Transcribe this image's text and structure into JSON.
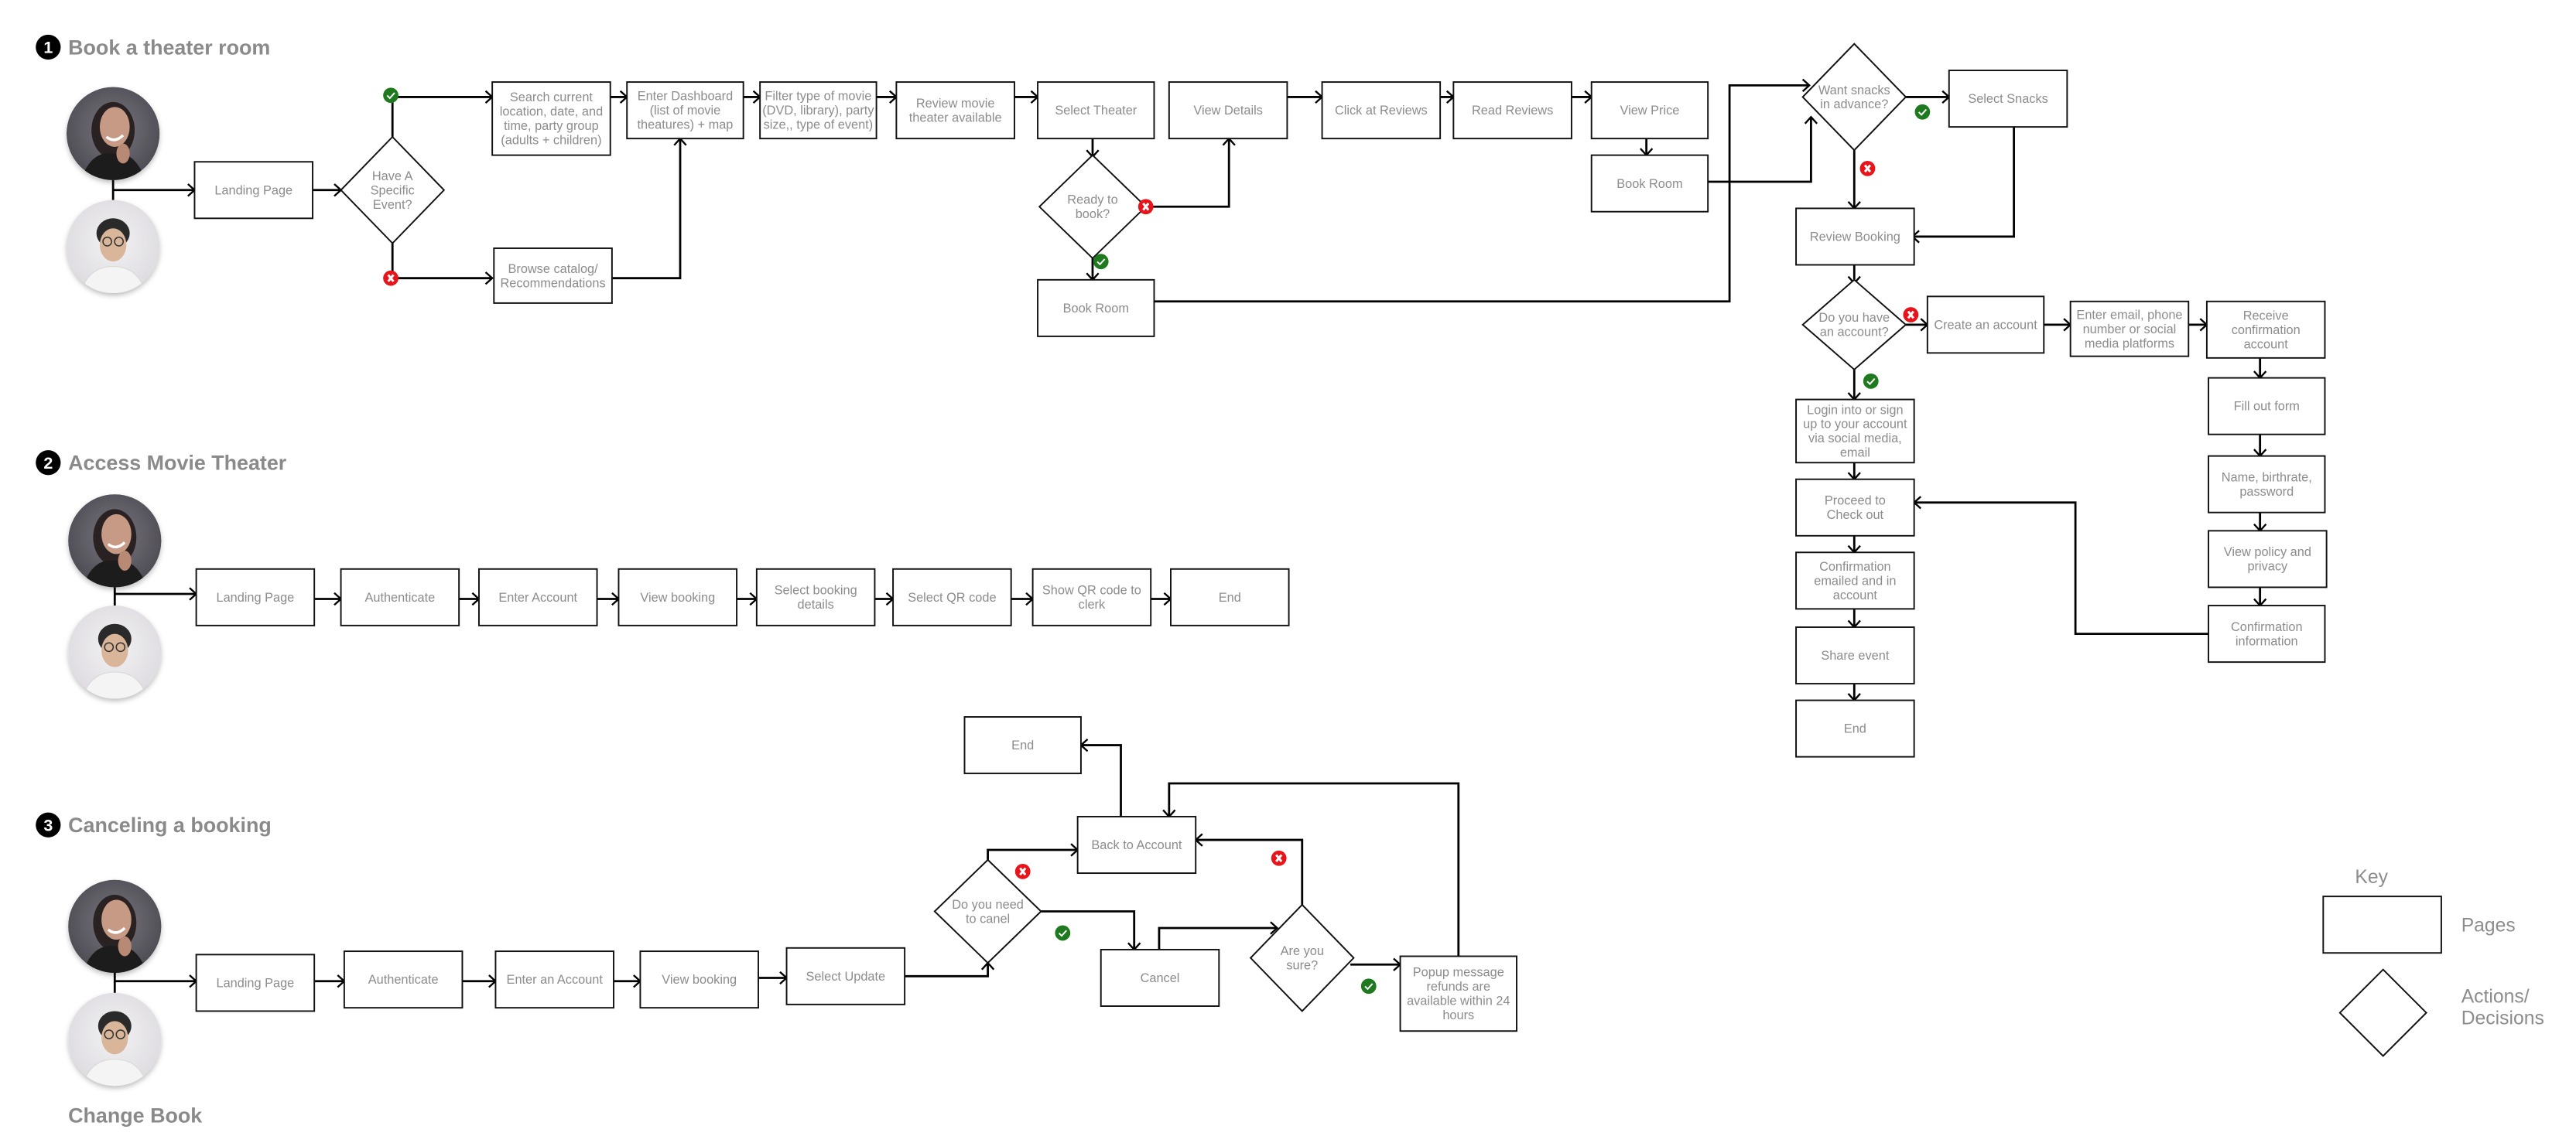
{
  "colors": {
    "yes_badge": "#1f7a1f",
    "no_badge": "#e8141a",
    "heading_text": "#8a8a8a",
    "node_text": "#8c8c8c",
    "line": "#000000"
  },
  "sections": [
    {
      "number": "1",
      "title": "Book a theater room",
      "personas": [
        "persona-woman",
        "persona-man"
      ],
      "nodes": {
        "landing": "Landing Page",
        "have_event": "Have A\nSpecific\nEvent?",
        "search": "Search current\nlocation, date, and\ntime, party group\n(adults + children)",
        "browse": "Browse catalog/\nRecommendations",
        "dashboard": "Enter Dashboard\n(list of movie\ntheatures) + map",
        "filter": "Filter type of movie\n(DVD, library), party\nsize,, type of event)",
        "review_theater": "Review movie\ntheater available",
        "select_theater": "Select Theater",
        "ready": "Ready to\nbook?",
        "book_room_a": "Book Room",
        "view_details": "View Details",
        "click_reviews": "Click at Reviews",
        "read_reviews": "Read Reviews",
        "view_price": "View Price",
        "book_room_b": "Book Room",
        "want_snacks": "Want snacks\nin advance?",
        "select_snacks": "Select Snacks",
        "review_booking": "Review Booking",
        "have_account": "Do you have\nan account?",
        "create_account": "Create an account",
        "enter_email": "Enter email, phone\nnumber or social\nmedia platforms",
        "receive_conf": "Receive\nconfirmation\naccount",
        "fill_form": "Fill out form",
        "name_bd": "Name, birthrate,\npassword",
        "view_policy": "View policy and\nprivacy",
        "conf_info": "Confirmation\ninformation",
        "login": "Login into or sign\nup to your account\nvia social media,\nemail",
        "checkout": "Proceed to\nCheck out",
        "conf_emailed": "Confirmation\nemailed and in\naccount",
        "share": "Share event",
        "end": "End"
      }
    },
    {
      "number": "2",
      "title": "Access Movie Theater",
      "personas": [
        "persona-woman",
        "persona-man"
      ],
      "nodes": {
        "landing": "Landing Page",
        "authenticate": "Authenticate",
        "enter_account": "Enter Account",
        "view_booking": "View booking",
        "select_details": "Select booking\ndetails",
        "select_qr": "Select QR code",
        "show_qr": "Show QR code to\nclerk",
        "end": "End"
      }
    },
    {
      "number": "3",
      "title": "Canceling a booking",
      "subtitle": "Change Book",
      "personas": [
        "persona-woman",
        "persona-man"
      ],
      "nodes": {
        "landing": "Landing Page",
        "authenticate": "Authenticate",
        "enter_account": "Enter an Account",
        "view_booking": "View booking",
        "select_update": "Select Update",
        "need_cancel": "Do you need\nto canel",
        "back_account": "Back to Account",
        "end": "End",
        "cancel": "Cancel",
        "are_you_sure": "Are you\nsure?",
        "popup": "Popup message\nrefunds are\navailable within 24\nhours"
      }
    }
  ],
  "key": {
    "title": "Key",
    "pages_label": "Pages",
    "actions_label": "Actions/\nDecisions"
  },
  "icons": {
    "yes": "check-circle-icon",
    "no": "x-circle-icon"
  }
}
